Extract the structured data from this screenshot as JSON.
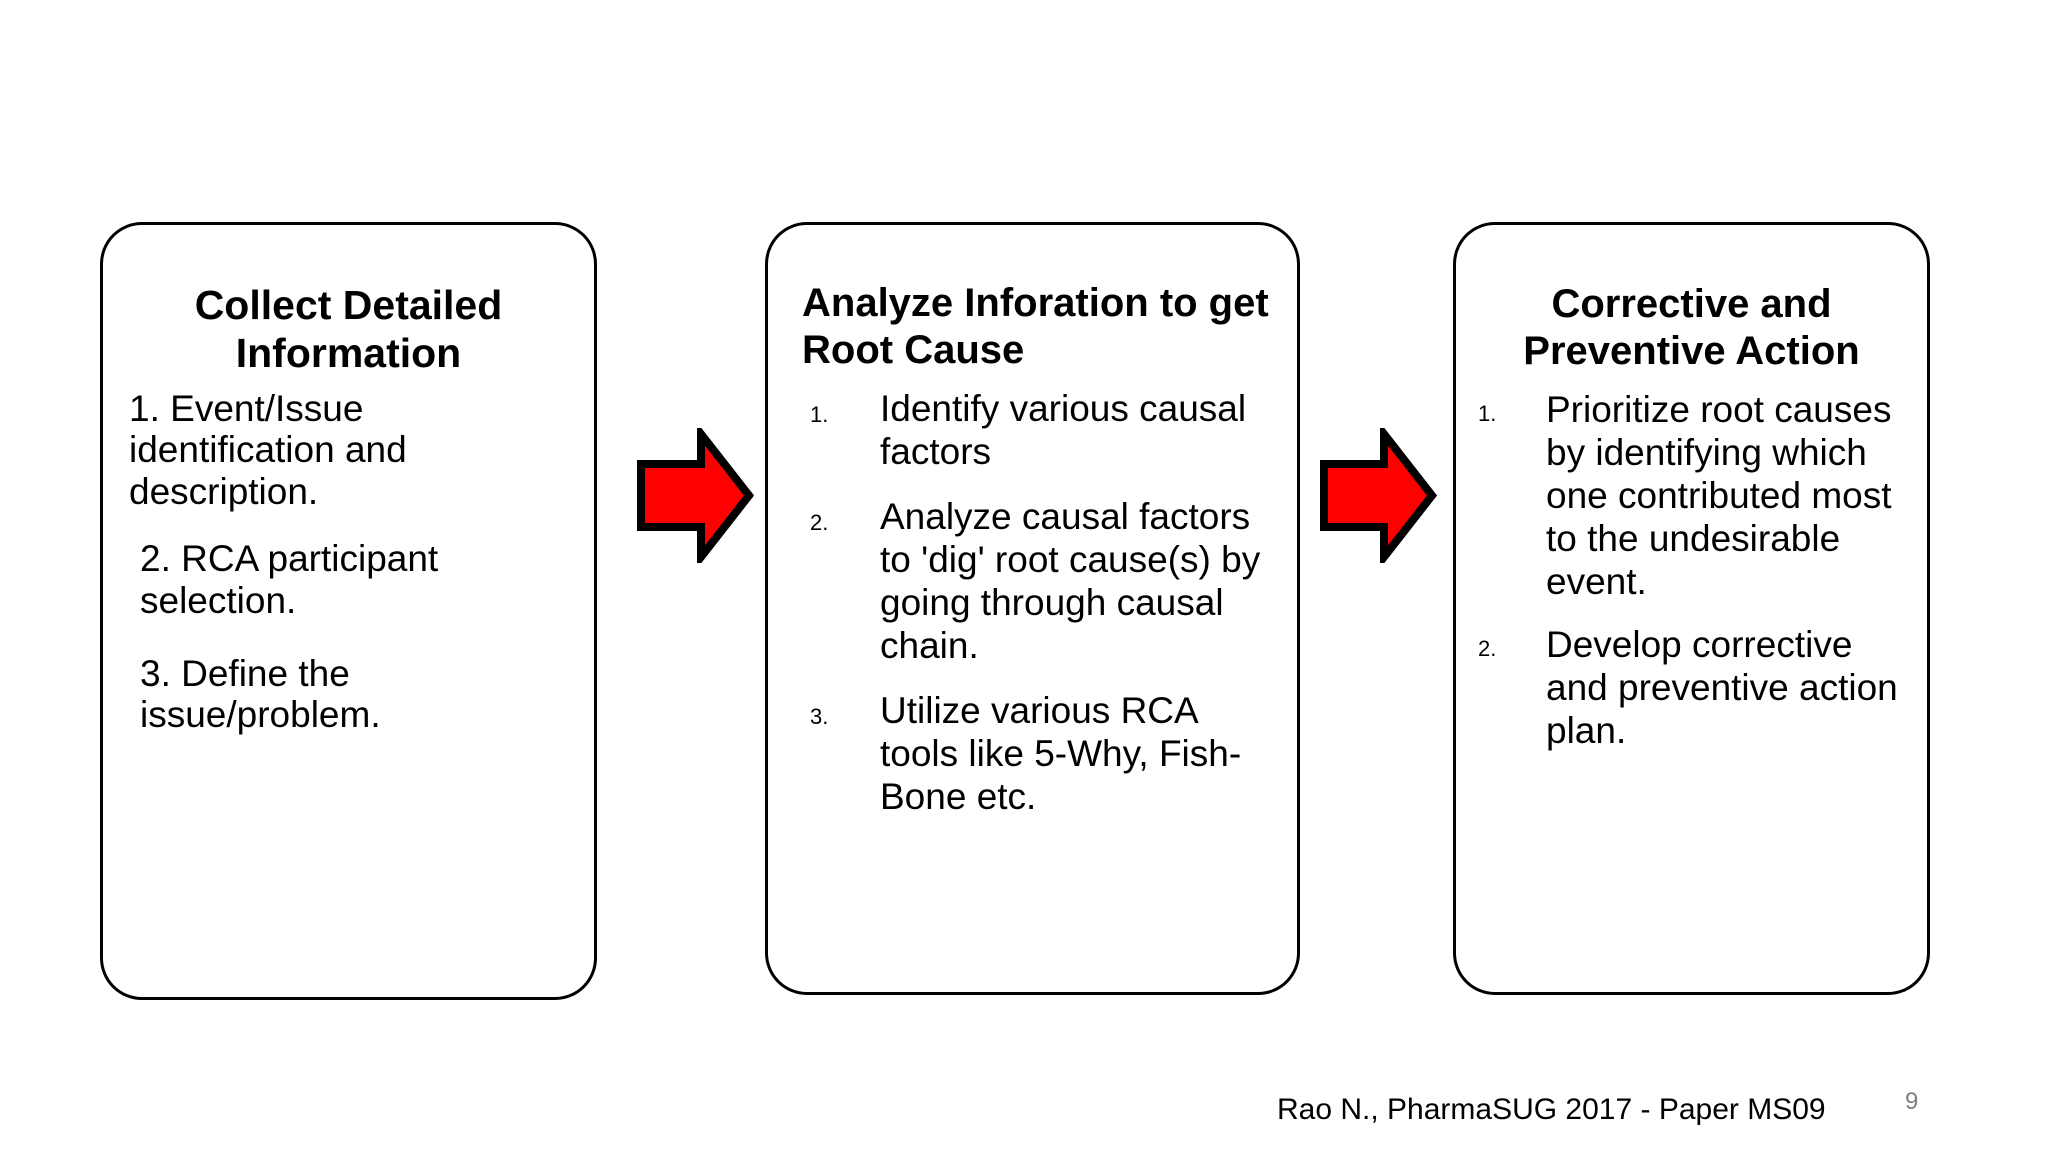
{
  "slide": {
    "background_color": "#ffffff",
    "footer_citation": "Rao N., PharmaSUG 2017 - Paper MS09",
    "slide_number": "9"
  },
  "arrow_color": "#ff0000",
  "arrow_outline_color": "#000000",
  "boxes": [
    {
      "id": "collect-detailed-information",
      "title": "Collect Detailed\nInformation",
      "list_style": "typed-numbers",
      "items": [
        "1. Event/Issue identification and description.",
        "2. RCA participant selection.",
        "3. Define the issue/problem."
      ]
    },
    {
      "id": "analyze-information-to-get-root-cause",
      "title": "Analyze Inforation to get Root Cause",
      "list_style": "auto-numbers",
      "items": [
        {
          "marker": "1.",
          "text": "Identify various causal factors"
        },
        {
          "marker": "2.",
          "text": "Analyze causal factors to 'dig' root cause(s) by going through causal chain."
        },
        {
          "marker": "3.",
          "text": "Utilize various RCA tools like 5-Why, Fish-Bone etc."
        }
      ]
    },
    {
      "id": "corrective-and-preventive-action",
      "title": "Corrective and\nPreventive Action",
      "list_style": "auto-numbers",
      "items": [
        {
          "marker": "1.",
          "text": "Prioritize root causes by identifying which one contributed most to the undesirable event."
        },
        {
          "marker": "2.",
          "text": "Develop corrective and preventive action plan."
        }
      ]
    }
  ],
  "arrows": [
    {
      "id": "arrow-step1-to-step2",
      "direction": "right"
    },
    {
      "id": "arrow-step2-to-step3",
      "direction": "right"
    }
  ]
}
